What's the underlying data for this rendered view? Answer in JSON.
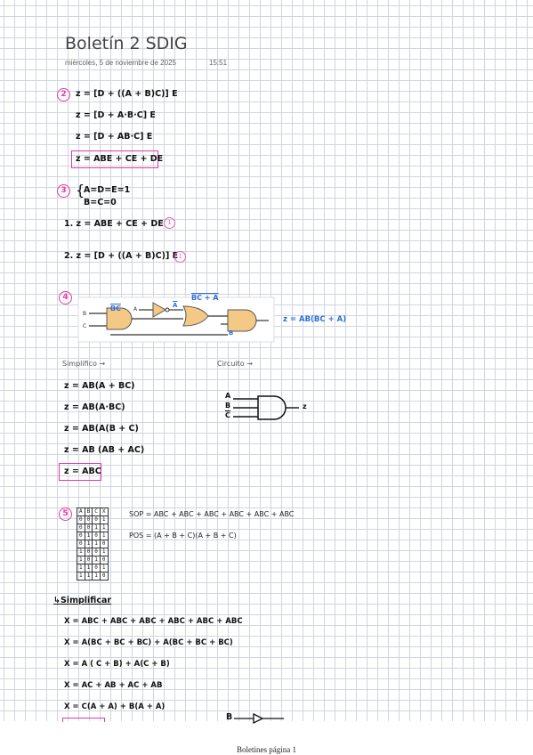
{
  "header": {
    "title": "Boletín 2 SDIG",
    "date": "miércoles, 5 de noviembre de 2025",
    "time": "15:51"
  },
  "ex2": {
    "number": "2",
    "lines": [
      "z = [D + ((A + B)C)] E",
      "z = [D + A·B·C] E",
      "z = [D + AB·C] E",
      "z = ABE + CE + DE"
    ]
  },
  "ex3": {
    "number": "3",
    "cond1": "A=D=E=1",
    "cond2": "B=C=0",
    "item1": "1.  z = ABE + CE + DE",
    "item1_result": "1",
    "item2": "2.  z = [D + ((A + B)C)] E",
    "item2_result": "1"
  },
  "ex4": {
    "number": "4",
    "diagram_labels": [
      "BC",
      "A",
      "BC + A",
      "B",
      "C",
      "A",
      "B"
    ],
    "output": "z = AB(BC + A)",
    "simplifico_label": "Simplifico →",
    "circuito_label": "Circuito →",
    "steps": [
      "z = AB(A + BC)",
      "z = AB(A·BC)",
      "z = AB(A(B + C)",
      "z = AB (AB + AC)",
      "z = ABC"
    ],
    "gate_inputs": [
      "A",
      "B",
      "C"
    ],
    "gate_output": "z"
  },
  "ex5": {
    "number": "5",
    "table_header": [
      "A",
      "B",
      "C",
      "X"
    ],
    "table_rows": [
      [
        "0",
        "0",
        "0",
        "1"
      ],
      [
        "0",
        "0",
        "1",
        "1"
      ],
      [
        "0",
        "1",
        "0",
        "1"
      ],
      [
        "0",
        "1",
        "1",
        "0"
      ],
      [
        "1",
        "0",
        "0",
        "1"
      ],
      [
        "1",
        "0",
        "1",
        "0"
      ],
      [
        "1",
        "1",
        "0",
        "1"
      ],
      [
        "1",
        "1",
        "1",
        "0"
      ]
    ],
    "sop": "SOP = ABC + ABC + ABC + ABC + ABC + ABC",
    "pos": "POS = (A + B + C)(A + B + C)",
    "simplificar_label": "Simplificar",
    "steps": [
      "X = ABC + ABC + ABC + ABC + ABC + ABC",
      "X = A(BC + BC + BC) + A(BC + BC + BC)",
      "X = A ( C + B) + A(C + B)",
      "X = AC + AB + AC + AB",
      "X = C(A + A) + B(A + A)"
    ],
    "bottom_label": "B"
  },
  "footer": {
    "text": "Boletines página 1"
  }
}
